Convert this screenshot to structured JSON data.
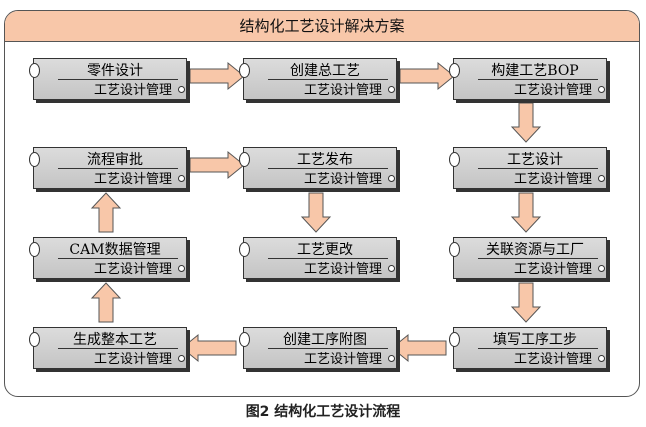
{
  "frame": {
    "title": "结构化工艺设计解决方案"
  },
  "boxes": [
    {
      "id": "part-design",
      "label": "零件设计",
      "manager": "工艺设计管理"
    },
    {
      "id": "create-process",
      "label": "创建总工艺",
      "manager": "工艺设计管理"
    },
    {
      "id": "build-bop",
      "label": "构建工艺BOP",
      "manager": "工艺设计管理"
    },
    {
      "id": "flow-approval",
      "label": "流程审批",
      "manager": "工艺设计管理"
    },
    {
      "id": "process-release",
      "label": "工艺发布",
      "manager": "工艺设计管理"
    },
    {
      "id": "process-design",
      "label": "工艺设计",
      "manager": "工艺设计管理"
    },
    {
      "id": "cam-data",
      "label": "CAM数据管理",
      "manager": "工艺设计管理"
    },
    {
      "id": "process-change",
      "label": "工艺更改",
      "manager": "工艺设计管理"
    },
    {
      "id": "link-resources",
      "label": "关联资源与工厂",
      "manager": "工艺设计管理"
    },
    {
      "id": "generate-process",
      "label": "生成整本工艺",
      "manager": "工艺设计管理"
    },
    {
      "id": "create-drawing",
      "label": "创建工序附图",
      "manager": "工艺设计管理"
    },
    {
      "id": "fill-steps",
      "label": "填写工序工步",
      "manager": "工艺设计管理"
    }
  ],
  "caption": "图2    结构化工艺设计流程"
}
